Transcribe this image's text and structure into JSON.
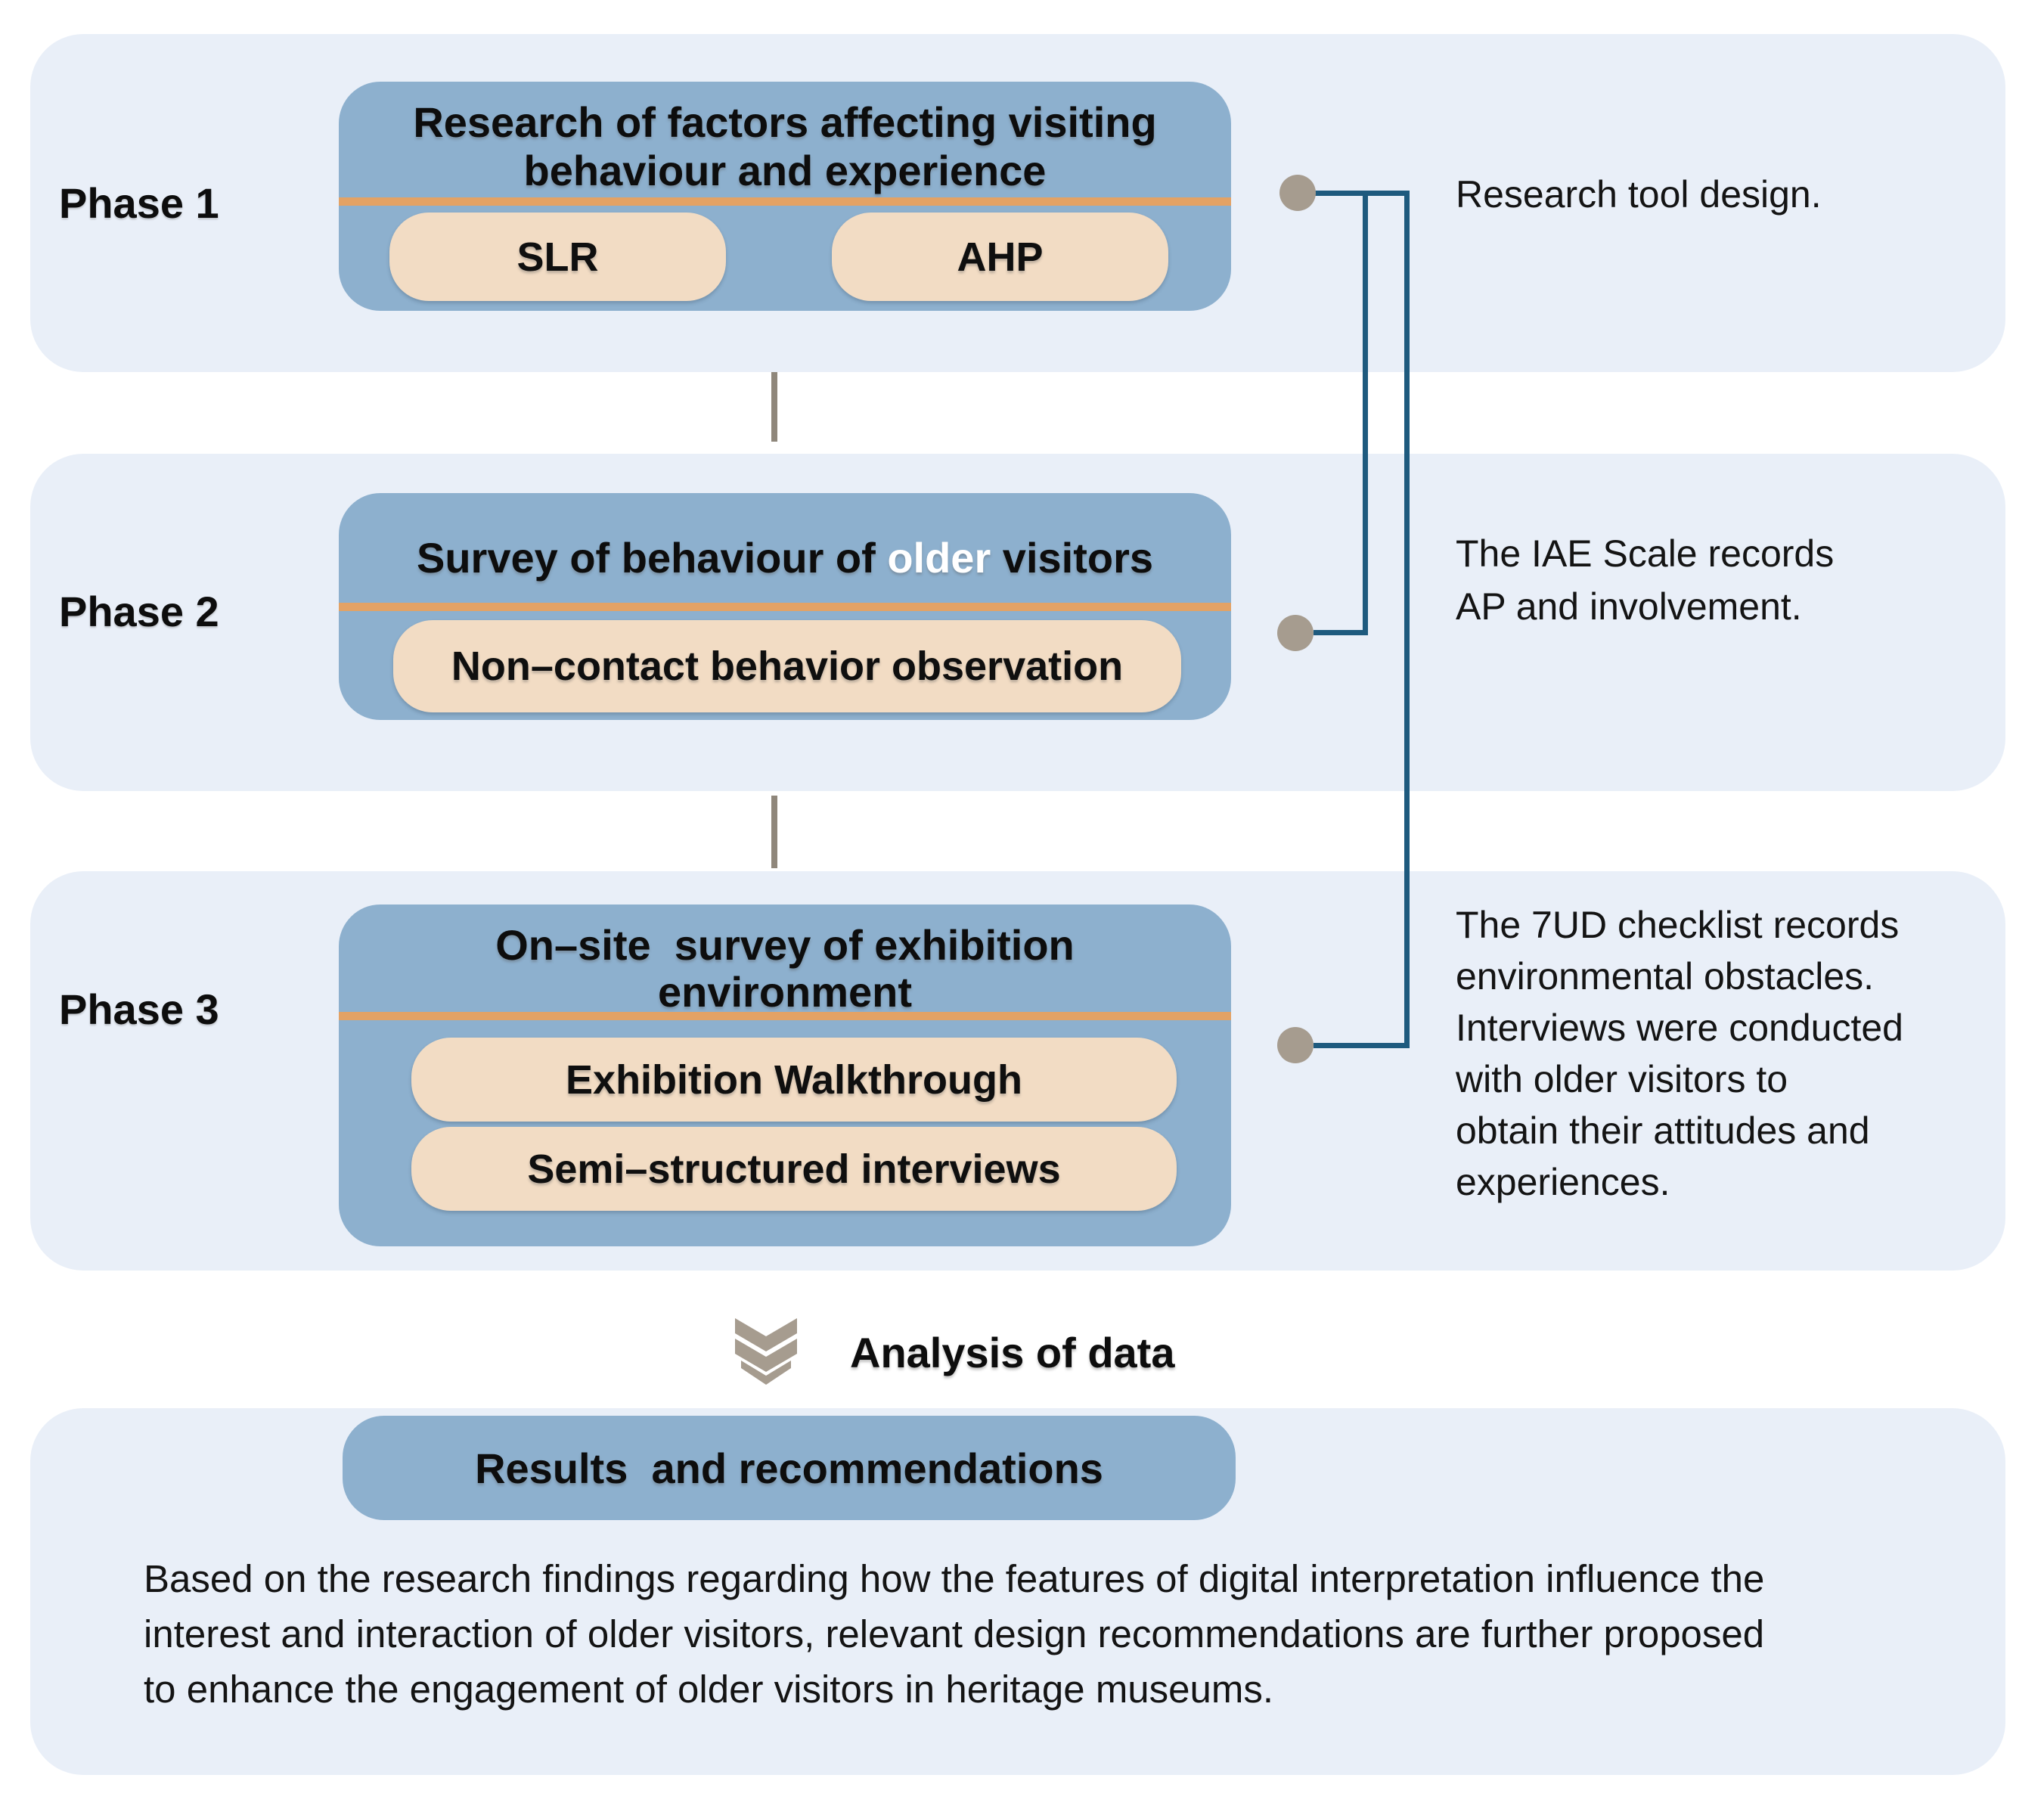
{
  "phases": [
    {
      "label": "Phase 1",
      "title_lines": [
        "Research of factors affecting visiting",
        "behaviour and experience"
      ],
      "pills": [
        "SLR",
        "AHP"
      ],
      "annotation_lines": [
        "Research tool design."
      ]
    },
    {
      "label": "Phase 2",
      "title_parts": {
        "before": "Survey of behaviour of ",
        "highlight": "older",
        "after": " visitors"
      },
      "pills": [
        "Non–contact behavior observation"
      ],
      "annotation_lines": [
        "The IAE Scale records",
        "AP and involvement."
      ]
    },
    {
      "label": "Phase 3",
      "title_lines": [
        "On–site  survey of exhibition",
        "environment"
      ],
      "pills": [
        "Exhibition Walkthrough",
        "Semi–structured interviews"
      ],
      "annotation_lines": [
        "The 7UD checklist records",
        "environmental obstacles.",
        "Interviews were conducted",
        "with older visitors to",
        "obtain their attitudes and",
        "experiences."
      ]
    }
  ],
  "analysis": {
    "label": "Analysis of data"
  },
  "results": {
    "title": "Results  and recommendations",
    "paragraph_lines": [
      "Based on the research findings regarding how the features of digital interpretation influence the",
      "interest and interaction of older visitors, relevant design recommendations are further proposed",
      "to enhance the engagement of older visitors in heritage museums."
    ]
  },
  "icons": {
    "chevron": "double-chevron-down-icon"
  },
  "colors": {
    "panel_bg": "#e9eff8",
    "box_blue": "#8db0ce",
    "divider_orange": "#e3a265",
    "pill_peach": "#f2dcc4",
    "connector_line": "#1e5a7e",
    "connector_dot": "#a69c8f",
    "separator": "#8f877b",
    "highlight_text": "#ffffff",
    "text": "#0e0e0e"
  }
}
